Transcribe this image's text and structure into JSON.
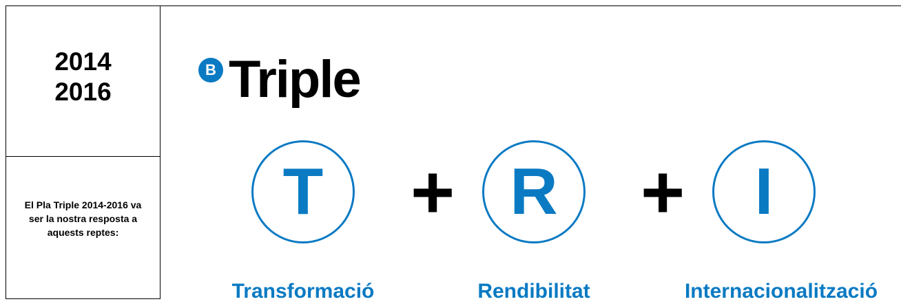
{
  "period": {
    "start_year": "2014",
    "end_year": "2016"
  },
  "intro_text": "El Pla Triple 2014-2016 va ser la nostra resposta a aquests reptes:",
  "section": {
    "badge_letter": "B",
    "title": "Triple"
  },
  "pillars": [
    {
      "letter": "T",
      "label": "Transformació"
    },
    {
      "letter": "R",
      "label": "Rendibilitat"
    },
    {
      "letter": "I",
      "label": "Internacionalització"
    }
  ],
  "operator": "+",
  "colors": {
    "accent": "#0a7ac3",
    "text": "#000000",
    "background": "#ffffff"
  }
}
